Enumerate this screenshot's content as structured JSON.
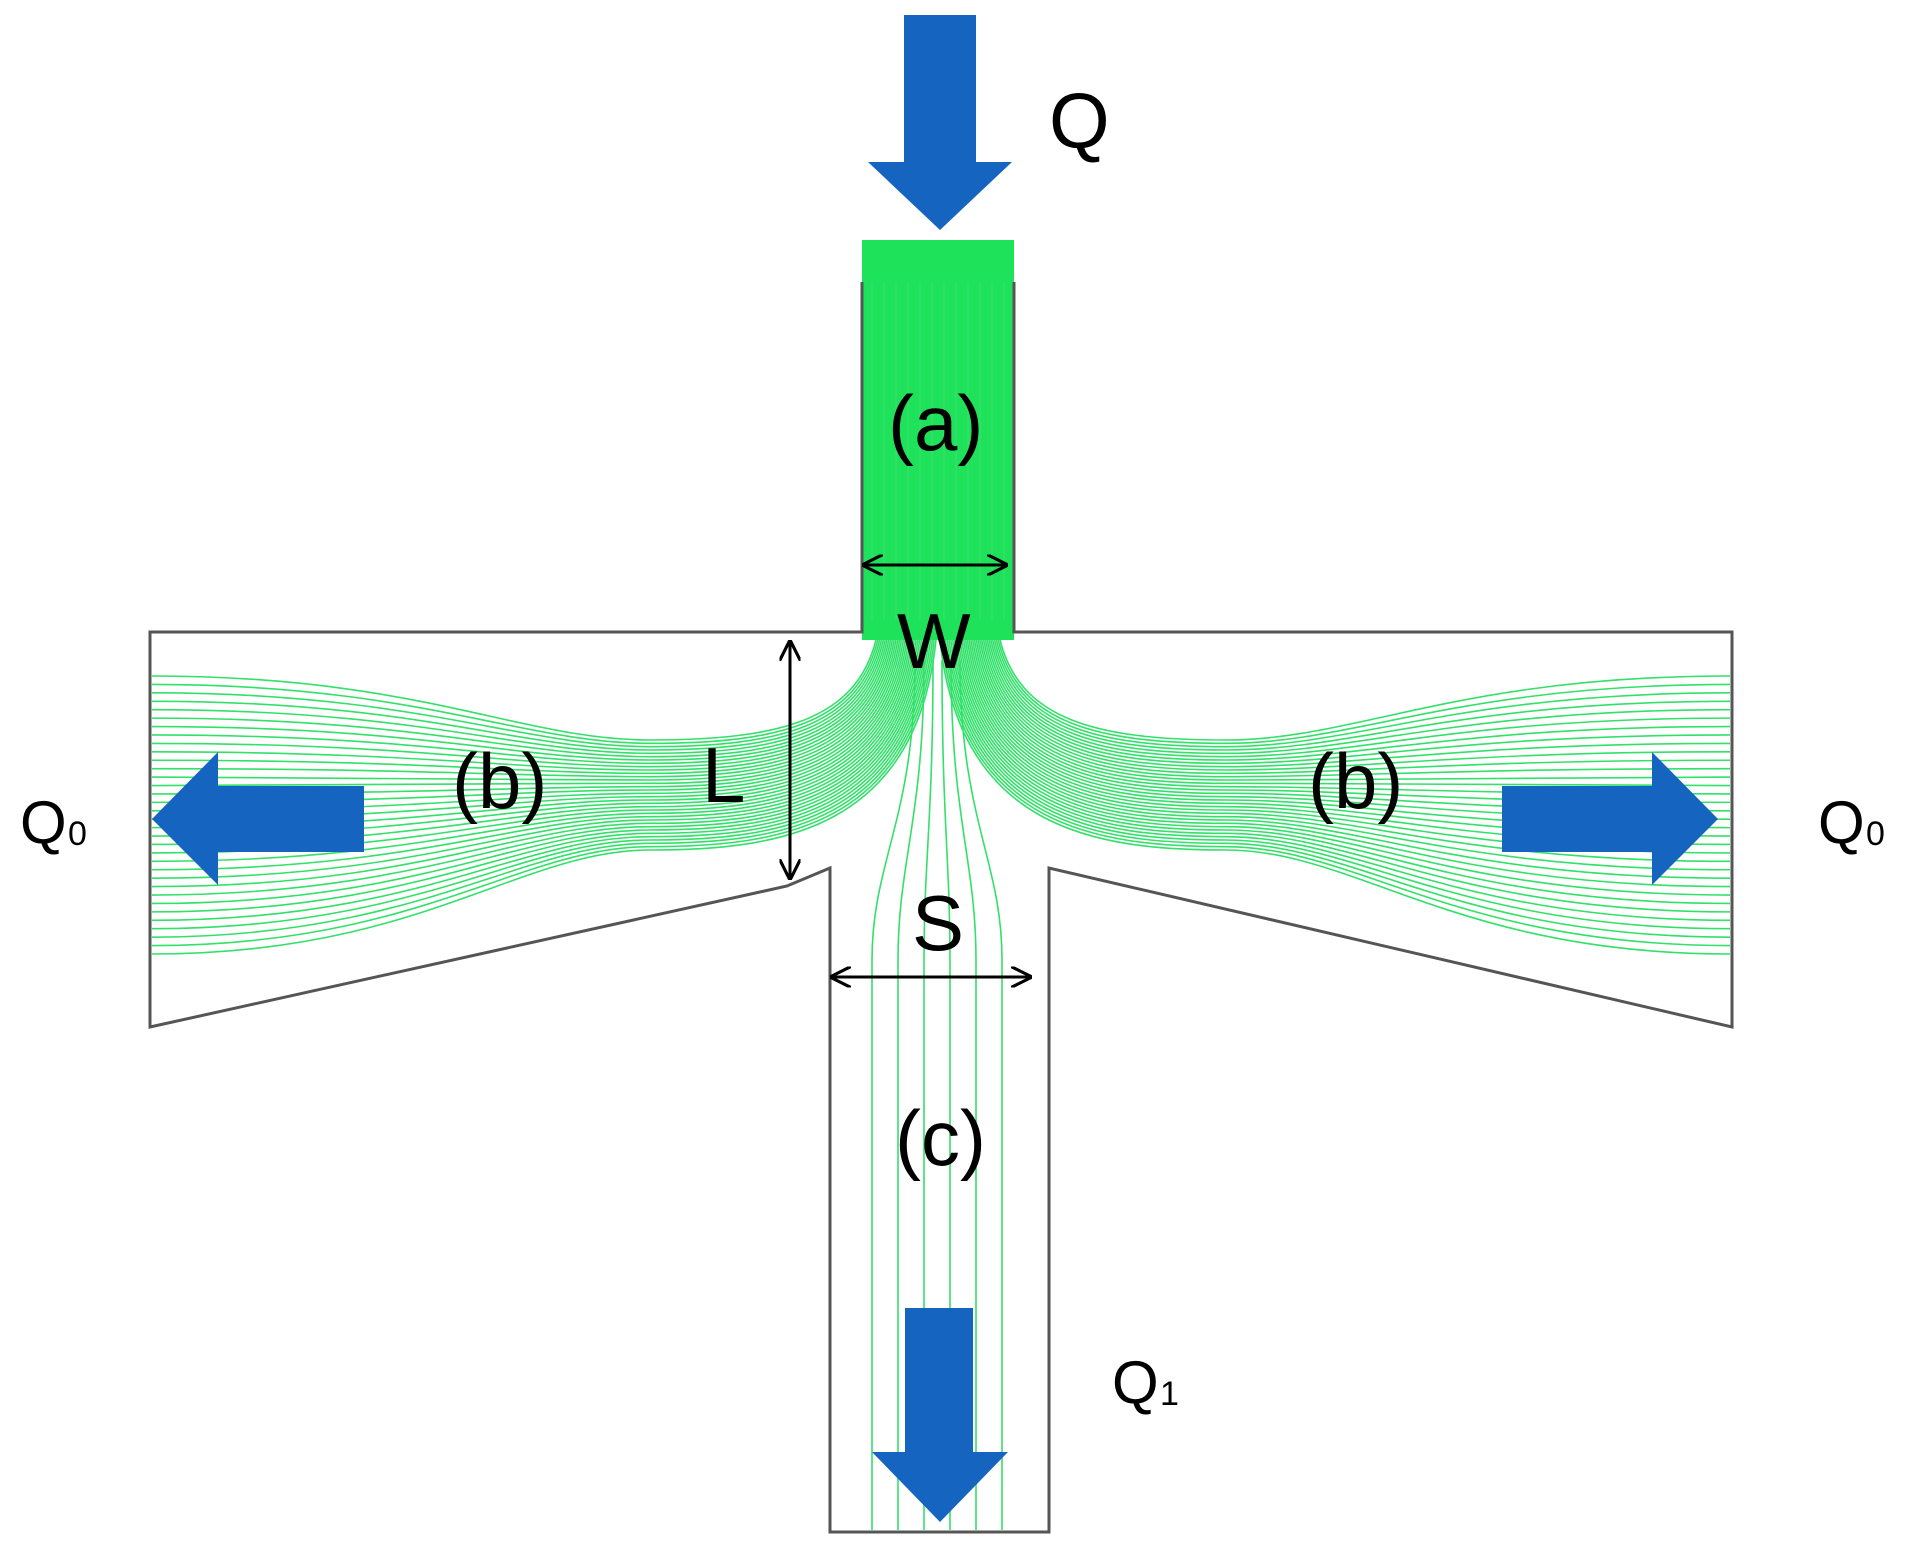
{
  "diagram": {
    "colors": {
      "flow_arrow": "#1565c0",
      "streamline": "#33e06a",
      "inlet_fill": "#1ee35a",
      "channel_outline": "#555555",
      "dimension_arrow": "#000000"
    },
    "labels": {
      "inlet_flow": "Q",
      "outlet_flow_symbol": "Q",
      "outlet_flow_subscript": "0",
      "bottom_flow_symbol": "Q",
      "bottom_flow_subscript": "1",
      "region_a": "(a)",
      "region_b": "(b)",
      "region_c": "(c)",
      "width_symbol": "W",
      "gap_symbol": "L",
      "outlet_width_symbol": "S"
    },
    "icons": {
      "inlet_arrow": "arrow-down-icon",
      "left_outlet_arrow": "arrow-left-icon",
      "right_outlet_arrow": "arrow-right-icon",
      "bottom_outlet_arrow": "arrow-down-icon"
    }
  }
}
